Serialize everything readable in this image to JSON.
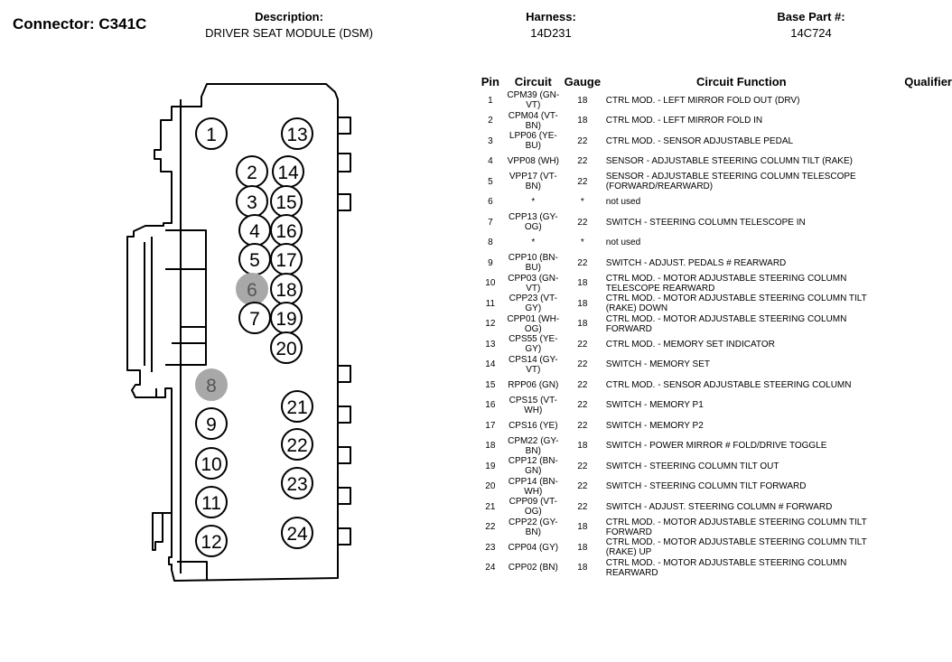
{
  "header": {
    "connector": "Connector: C341C",
    "description_label": "Description:",
    "description_value": "DRIVER SEAT MODULE (DSM)",
    "harness_label": "Harness:",
    "harness_value": "14D231",
    "base_part_label": "Base Part #:",
    "base_part_value": "14C724"
  },
  "table": {
    "headers": {
      "pin": "Pin",
      "circuit": "Circuit",
      "gauge": "Gauge",
      "function": "Circuit Function",
      "qualifier": "Qualifier"
    },
    "rows": [
      {
        "pin": "1",
        "circuit": "CPM39 (GN-VT)",
        "gauge": "18",
        "function": "CTRL MOD. - LEFT MIRROR FOLD OUT (DRV)"
      },
      {
        "pin": "2",
        "circuit": "CPM04 (VT-BN)",
        "gauge": "18",
        "function": "CTRL MOD. - LEFT MIRROR FOLD IN"
      },
      {
        "pin": "3",
        "circuit": "LPP06 (YE-BU)",
        "gauge": "22",
        "function": "CTRL MOD. - SENSOR ADJUSTABLE PEDAL"
      },
      {
        "pin": "4",
        "circuit": "VPP08 (WH)",
        "gauge": "22",
        "function": "SENSOR - ADJUSTABLE STEERING COLUMN TILT (RAKE)"
      },
      {
        "pin": "5",
        "circuit": "VPP17 (VT-BN)",
        "gauge": "22",
        "function": "SENSOR - ADJUSTABLE STEERING COLUMN TELESCOPE (FORWARD/REARWARD)"
      },
      {
        "pin": "6",
        "circuit": "*",
        "gauge": "*",
        "function": "not used"
      },
      {
        "pin": "7",
        "circuit": "CPP13 (GY-OG)",
        "gauge": "22",
        "function": "SWITCH - STEERING COLUMN TELESCOPE IN"
      },
      {
        "pin": "8",
        "circuit": "*",
        "gauge": "*",
        "function": "not used"
      },
      {
        "pin": "9",
        "circuit": "CPP10 (BN-BU)",
        "gauge": "22",
        "function": "SWITCH - ADJUST. PEDALS # REARWARD"
      },
      {
        "pin": "10",
        "circuit": "CPP03 (GN-VT)",
        "gauge": "18",
        "function": "CTRL MOD. - MOTOR ADJUSTABLE STEERING COLUMN TELESCOPE REARWARD"
      },
      {
        "pin": "11",
        "circuit": "CPP23 (VT-GY)",
        "gauge": "18",
        "function": "CTRL MOD. - MOTOR ADJUSTABLE STEERING COLUMN TILT (RAKE) DOWN"
      },
      {
        "pin": "12",
        "circuit": "CPP01 (WH-OG)",
        "gauge": "18",
        "function": "CTRL MOD. - MOTOR ADJUSTABLE STEERING COLUMN FORWARD"
      },
      {
        "pin": "13",
        "circuit": "CPS55 (YE-GY)",
        "gauge": "22",
        "function": "CTRL MOD. - MEMORY SET INDICATOR"
      },
      {
        "pin": "14",
        "circuit": "CPS14 (GY-VT)",
        "gauge": "22",
        "function": "SWITCH - MEMORY SET"
      },
      {
        "pin": "15",
        "circuit": "RPP06 (GN)",
        "gauge": "22",
        "function": "CTRL MOD. - SENSOR ADJUSTABLE STEERING COLUMN"
      },
      {
        "pin": "16",
        "circuit": "CPS15 (VT-WH)",
        "gauge": "22",
        "function": "SWITCH - MEMORY P1"
      },
      {
        "pin": "17",
        "circuit": "CPS16 (YE)",
        "gauge": "22",
        "function": "SWITCH - MEMORY P2"
      },
      {
        "pin": "18",
        "circuit": "CPM22 (GY-BN)",
        "gauge": "18",
        "function": "SWITCH - POWER MIRROR # FOLD/DRIVE TOGGLE"
      },
      {
        "pin": "19",
        "circuit": "CPP12 (BN-GN)",
        "gauge": "22",
        "function": "SWITCH - STEERING COLUMN TILT OUT"
      },
      {
        "pin": "20",
        "circuit": "CPP14 (BN-WH)",
        "gauge": "22",
        "function": "SWITCH - STEERING COLUMN TILT FORWARD"
      },
      {
        "pin": "21",
        "circuit": "CPP09 (VT-OG)",
        "gauge": "22",
        "function": "SWITCH - ADJUST. STEERING COLUMN # FORWARD"
      },
      {
        "pin": "22",
        "circuit": "CPP22 (GY-BN)",
        "gauge": "18",
        "function": "CTRL MOD. - MOTOR ADJUSTABLE STEERING COLUMN TILT FORWARD"
      },
      {
        "pin": "23",
        "circuit": "CPP04 (GY)",
        "gauge": "18",
        "function": "CTRL MOD. - MOTOR ADJUSTABLE STEERING COLUMN TILT (RAKE) UP"
      },
      {
        "pin": "24",
        "circuit": "CPP02 (BN)",
        "gauge": "18",
        "function": "CTRL MOD. - MOTOR ADJUSTABLE STEERING COLUMN REARWARD"
      }
    ]
  },
  "connector": {
    "unused_pins": [
      "6",
      "8"
    ],
    "pin_labels": [
      "1",
      "2",
      "3",
      "4",
      "5",
      "6",
      "7",
      "8",
      "9",
      "10",
      "11",
      "12",
      "13",
      "14",
      "15",
      "16",
      "17",
      "18",
      "19",
      "20",
      "21",
      "22",
      "23",
      "24"
    ],
    "colors": {
      "outline": "#000000",
      "unused_fill": "#a8a8a8",
      "unused_text": "#555555"
    }
  }
}
